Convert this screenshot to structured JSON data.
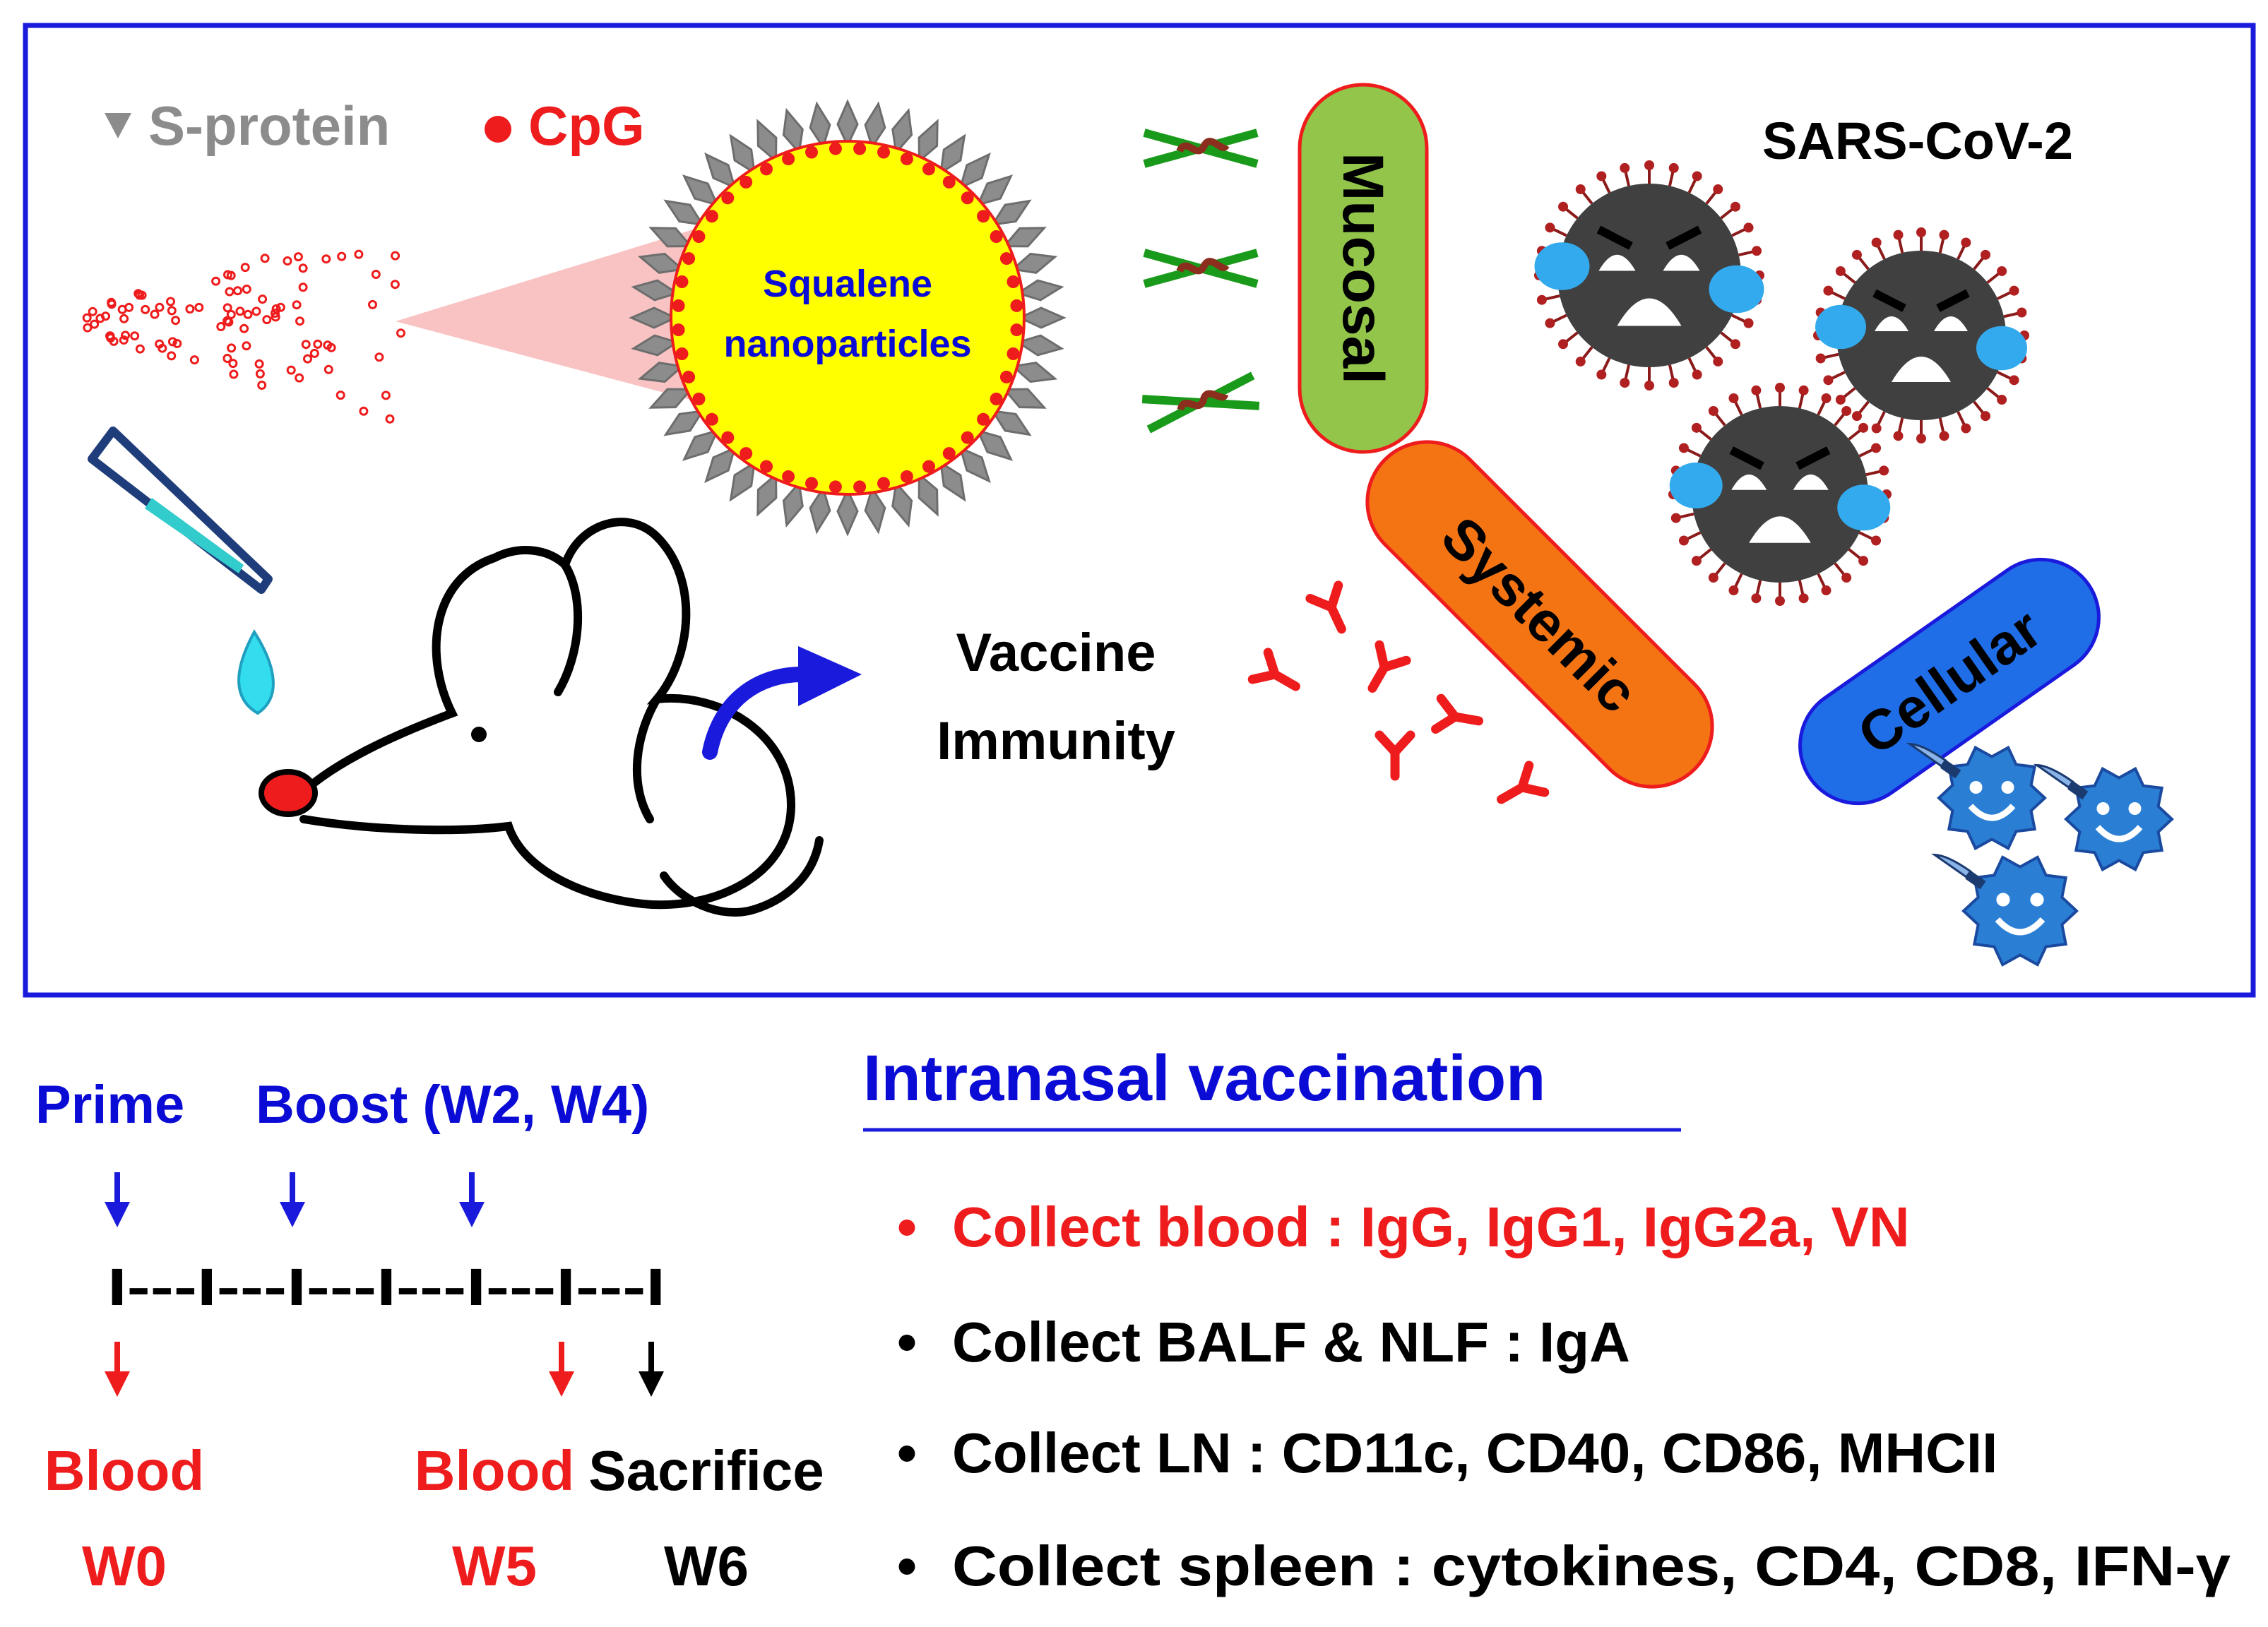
{
  "legend": {
    "s_protein_label": "S-protein",
    "cpg_label": "CpG"
  },
  "nanoparticle": {
    "line1": "Squalene",
    "line2": "nanoparticles"
  },
  "virus_title": "SARS-CoV-2",
  "responses": {
    "mucosal": "Mucosal",
    "systemic": "Systemic",
    "cellular": "Cellular"
  },
  "immunity": {
    "line1": "Vaccine",
    "line2": "Immunity"
  },
  "schedule": {
    "prime": "Prime",
    "boost": "Boost (W2, W4)",
    "timeline": "I---I---I---I---I---I---I",
    "blood1": "Blood",
    "w0": "W0",
    "blood2": "Blood",
    "w5": "W5",
    "sacrifice": "Sacrifice",
    "w6": "W6"
  },
  "protocol": {
    "title": "Intranasal vaccination",
    "items": [
      {
        "bullet": "•",
        "text": "Collect blood : IgG, IgG1, IgG2a, VN"
      },
      {
        "bullet": "•",
        "text": "Collect BALF & NLF : IgA"
      },
      {
        "bullet": "•",
        "text": "Collect LN : CD11c, CD40, CD86, MHCII"
      },
      {
        "bullet": "•",
        "text": "Collect spleen : cytokines, CD4, CD8, IFN-γ"
      }
    ]
  },
  "colors": {
    "frame": "#1a1adc",
    "blue_text": "#0b0bd6",
    "red": "#ee1c1c",
    "gray": "#8c8c8c",
    "yellow": "#ffff00",
    "mucosal_fill": "#92c54a",
    "systemic_fill": "#f47414",
    "cellular_fill": "#1f6ee8",
    "virus": "#404040",
    "tear": "#33aaee",
    "tcell": "#2a7fd4"
  }
}
